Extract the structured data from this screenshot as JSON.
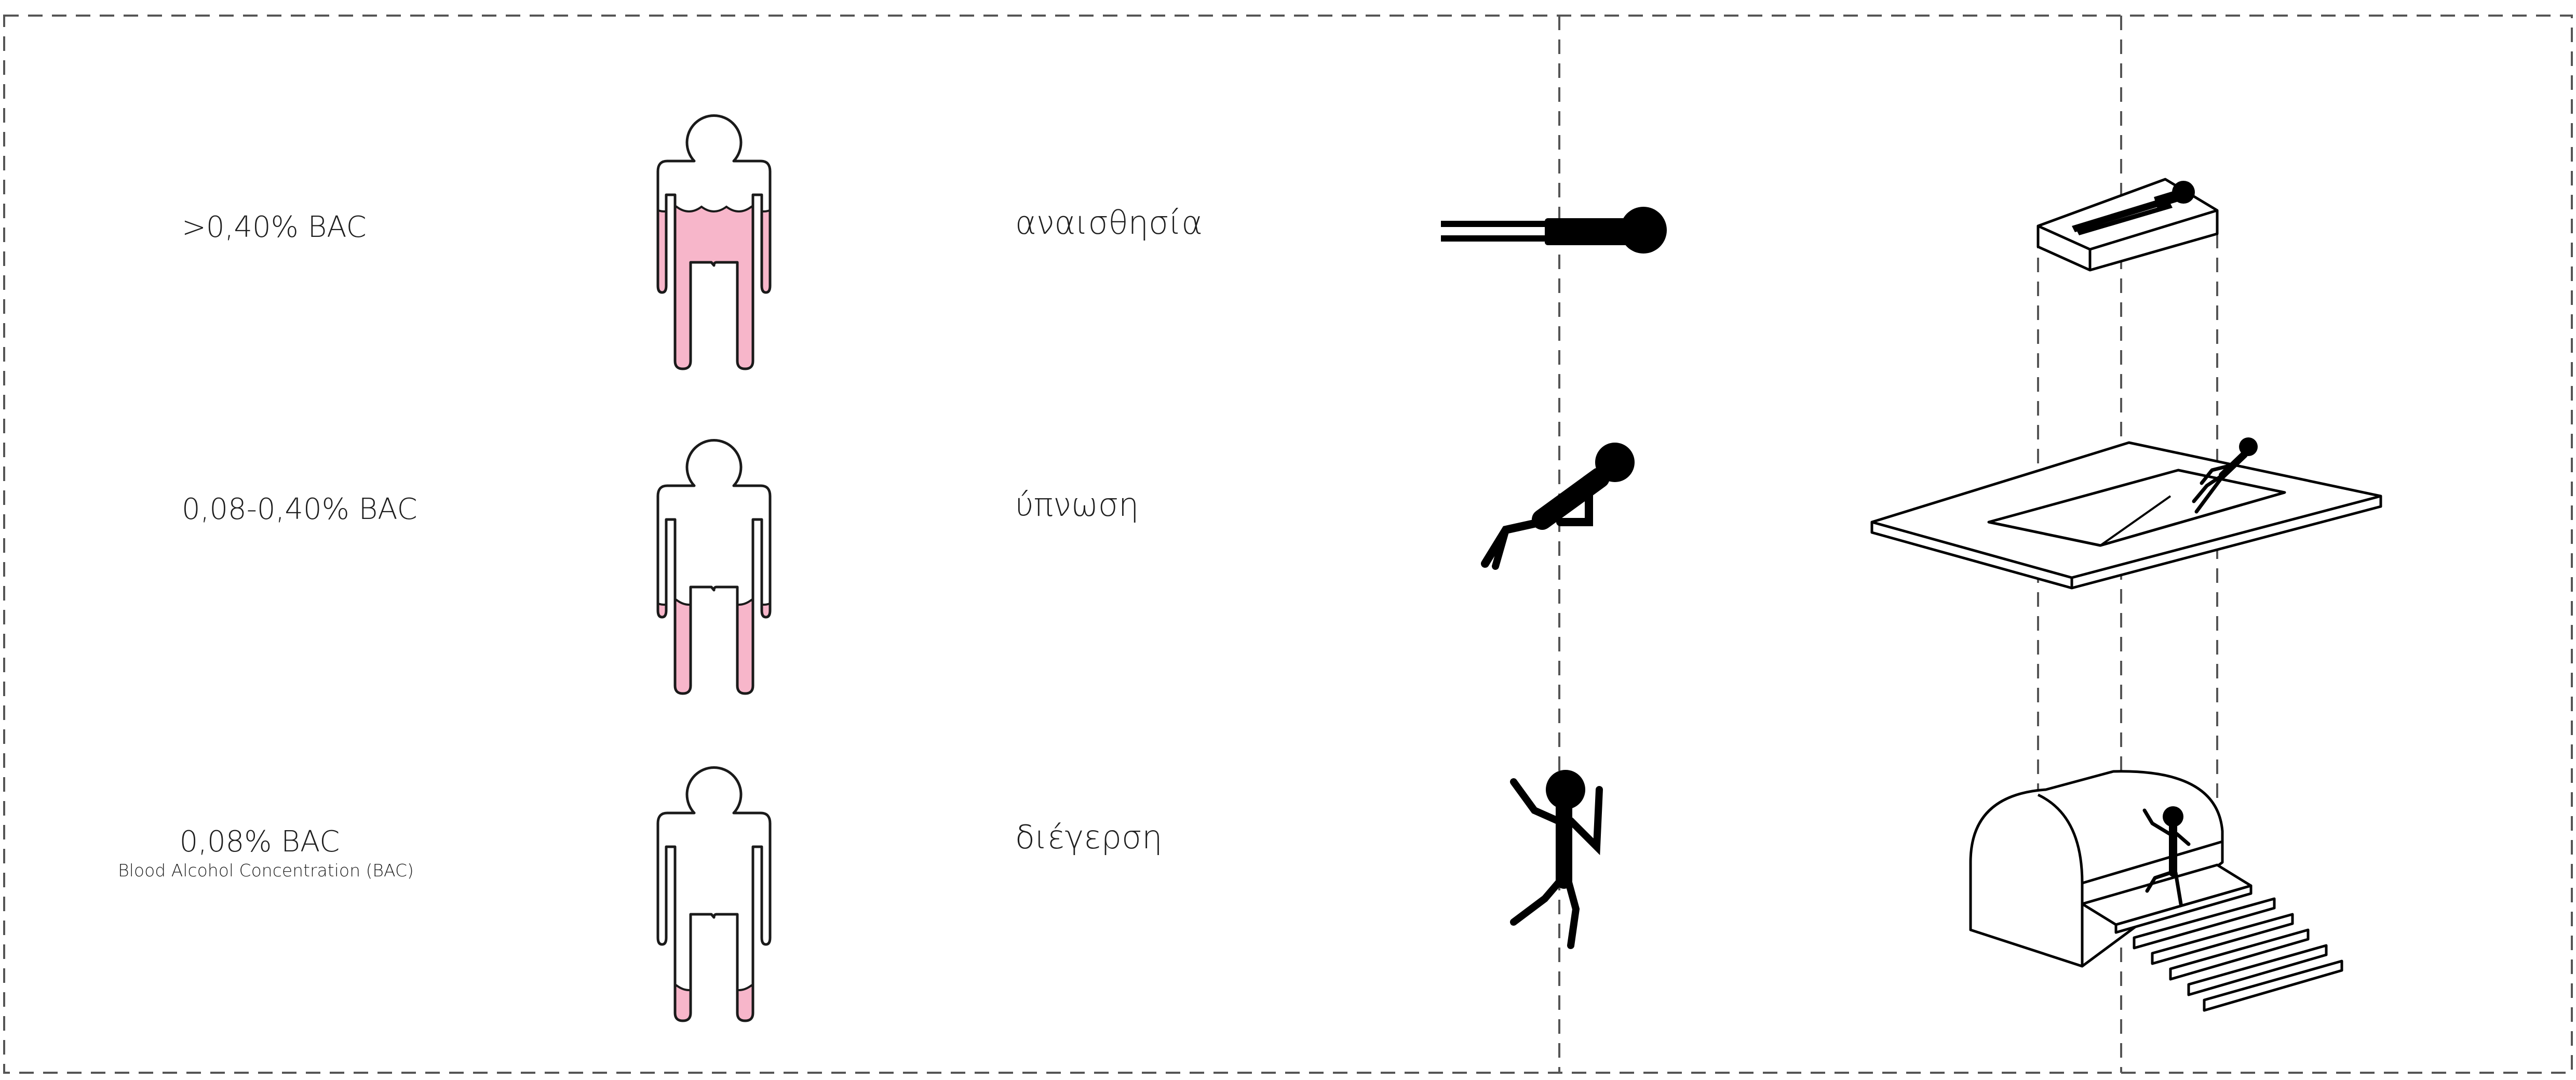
{
  "rows": [
    {
      "bac_label": "&gt;0,40% BAC",
      "state_label": "αναισθησία",
      "fill_level": 0.78
    },
    {
      "bac_label": "0,08-0,40% BAC",
      "state_label": "ύπνωση",
      "fill_level": 0.45
    },
    {
      "bac_label": "0,08% BAC",
      "state_label": "διέγερση",
      "fill_level": 0.17
    }
  ],
  "bac_note": "Blood Alcohol Concentration (BAC)",
  "colors": {
    "liquid_fill": "#f7b6ca",
    "outline": "#1a1a1a",
    "dashed_frame": "#555555",
    "figure_fill": "#000000"
  }
}
